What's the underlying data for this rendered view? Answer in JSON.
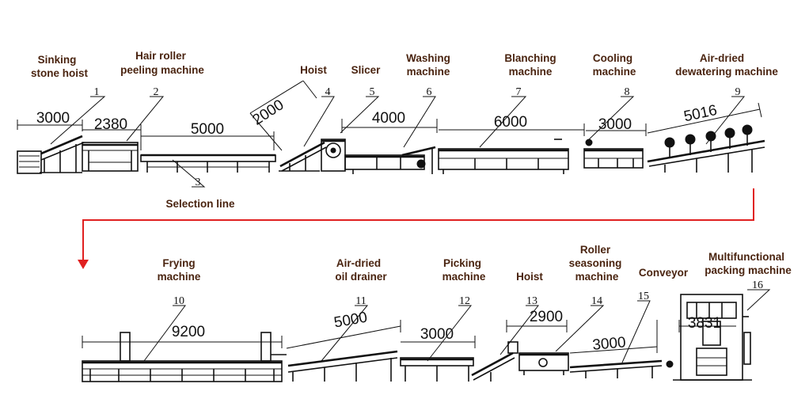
{
  "diagram": {
    "labels": [
      "Sinking",
      "stone hoist",
      "Hair roller",
      "peeling machine",
      "Hoist",
      "Slicer",
      "Washing",
      "machine",
      "Blanching",
      "machine",
      "Cooling",
      "machine",
      "Air-dried",
      "dewatering machine",
      "Selection line",
      "Frying",
      "machine",
      "Air-dried",
      "oil drainer",
      "Picking",
      "machine",
      "Hoist",
      "Roller",
      "seasoning",
      "machine",
      "Conveyor",
      "Multifunctional",
      "packing machine"
    ],
    "numbers": [
      "1",
      "2",
      "3",
      "4",
      "5",
      "6",
      "7",
      "8",
      "9",
      "10",
      "11",
      "12",
      "13",
      "14",
      "15",
      "16"
    ],
    "dimensions": [
      "3000",
      "2380",
      "5000",
      "2000",
      "4000",
      "6000",
      "3000",
      "5016",
      "9200",
      "5000",
      "3000",
      "2900",
      "3000",
      "3831"
    ],
    "colors": {
      "ink": "#111111",
      "label": "#4a2410",
      "arrow": "#e02020"
    }
  }
}
